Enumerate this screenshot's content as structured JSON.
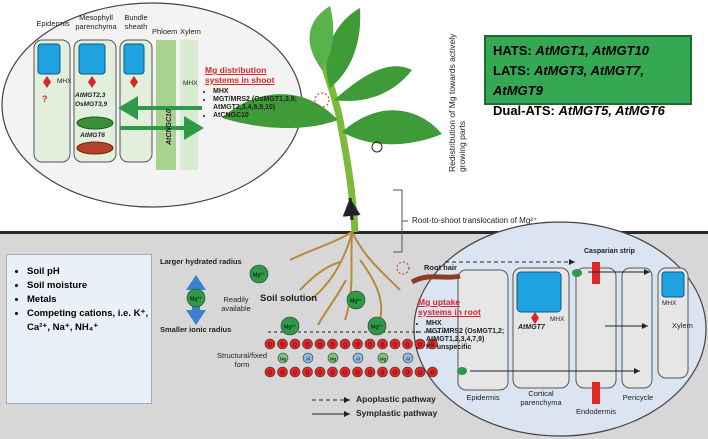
{
  "transport_systems": {
    "hats": {
      "label": "HATS:",
      "value": "AtMGT1, AtMGT10"
    },
    "lats": {
      "label": "LATS:",
      "value": "AtMGT3, AtMGT7, AtMGT9"
    },
    "dual": {
      "label": "Dual-ATS:",
      "value": "AtMGT5, AtMGT6"
    }
  },
  "shoot_panel": {
    "headers": [
      "Epidermis",
      "Mesophyll parenchyma",
      "Bundle sheath",
      "Phloem",
      "Xylem"
    ],
    "title": "Mg distribution systems in shoot",
    "items": [
      "MHX",
      "MGT/MRS2 (OsMGT1,3,9; AtMGT2,3,4,6,9,10)",
      "AtCNGC10"
    ],
    "cell_labels": {
      "mgt23": "AtMGT2,3",
      "osmgt39": "OsMGT3,9",
      "mgt6": "AtMGT6",
      "mhx": "MHX",
      "xylem_mhx": "MHX",
      "cngc10": "AtCNGC10",
      "q": "?"
    }
  },
  "redistribution": "Redistribution of Mg towards actively growing parts",
  "root_to_shoot": "Root-to-shoot translocation of Mg²⁺",
  "factors": [
    "Soil pH",
    "Soil moisture",
    "Metals",
    "Competing cations, i.e. K⁺, Ca²⁺, Na⁺, NH₄⁺"
  ],
  "soil": {
    "larger": "Larger hydrated radius",
    "smaller": "Smaller ionic radius",
    "available": "Readily available",
    "solution": "Soil solution",
    "structural": "Structural/fixed form",
    "ion": "Mg²⁺",
    "mg": "Mg",
    "al": "Al",
    "o": "O"
  },
  "root_panel": {
    "casparian": "Casparian strip",
    "root_hair": "Root hair",
    "title": "Mg uptake systems in root",
    "items": [
      "MHX",
      "MGT/MRS2 (OsMGT1,2; AtMGT1,2,3,4,7,9)",
      "K⁺ unspecific"
    ],
    "mgt7": "AtMGT7",
    "mhx": "MHX",
    "mhx2": "MHX",
    "xylem": "Xylem",
    "tissues": [
      "Epidermis",
      "Cortical parenchyma",
      "Endodermis",
      "Pericycle"
    ]
  },
  "legend": {
    "apoplastic": "Apoplastic pathway",
    "symplastic": "Symplastic pathway"
  },
  "colors": {
    "green_box": "#35a853",
    "red_title": "#d62728",
    "mg_ion": "#2e9a48",
    "oxygen": "#e32626",
    "vacuole": "#1fa3e0",
    "cell_green": "#e2efdc"
  }
}
